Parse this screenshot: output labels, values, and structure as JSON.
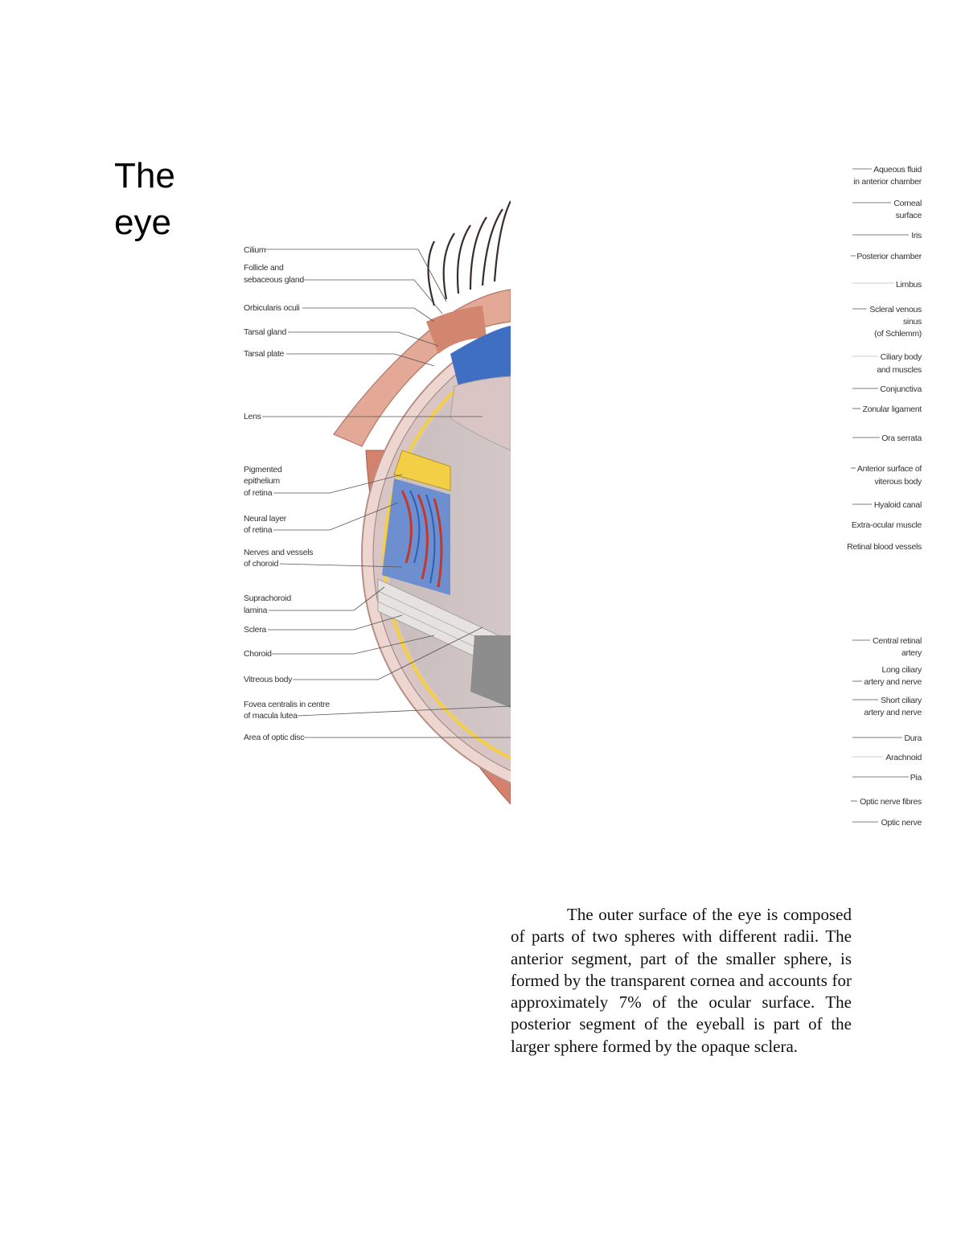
{
  "page": {
    "title_lines": [
      "The",
      "eye"
    ],
    "body": "The outer surface of the eye is composed of parts of two spheres with different radii. The anterior segment, part of the smaller sphere, is formed by the transparent cornea and accounts for approximately 7% of the ocular surface. The posterior segment of the eyeball is part of the larger sphere formed by the opaque sclera."
  },
  "diagram": {
    "left_labels": [
      [
        "Cilium"
      ],
      [
        "Follicle and",
        "sebaceous gland"
      ],
      [
        "Orbicularis oculi"
      ],
      [
        "Tarsal gland"
      ],
      [
        "Tarsal plate"
      ],
      [
        "Lens"
      ],
      [
        "Pigmented",
        "epithelium",
        "of retina"
      ],
      [
        "Neural layer",
        "of retina"
      ],
      [
        "Nerves and vessels",
        "of choroid"
      ],
      [
        "Suprachoroid",
        "lamina"
      ],
      [
        "Sclera"
      ],
      [
        "Choroid"
      ],
      [
        "Vitreous body"
      ],
      [
        "Fovea centralis in centre",
        "of macula lutea"
      ],
      [
        "Area of optic disc"
      ]
    ],
    "right_labels": [
      [
        "Aqueous fluid",
        "in anterior chamber"
      ],
      [
        "Corneal",
        "surface"
      ],
      [
        "Iris"
      ],
      [
        "Posterior chamber"
      ],
      [
        "Limbus"
      ],
      [
        "Scleral venous",
        "sinus",
        "(of Schlemm)"
      ],
      [
        "Ciliary body",
        "and muscles"
      ],
      [
        "Conjunctiva"
      ],
      [
        "Zonular ligament"
      ],
      [
        "Ora serrata"
      ],
      [
        "Anterior surface of",
        "viterous body"
      ],
      [
        "Hyaloid canal"
      ],
      [
        "Extra-ocular muscle"
      ],
      [
        "Retinal blood vessels"
      ],
      [
        "Central retinal",
        "artery"
      ],
      [
        "Long ciliary",
        "artery and nerve"
      ],
      [
        "Short ciliary",
        "artery and nerve"
      ],
      [
        "Dura"
      ],
      [
        "Arachnoid"
      ],
      [
        "Pia"
      ],
      [
        "Optic nerve fibres"
      ],
      [
        "Optic nerve"
      ]
    ]
  },
  "colors": {
    "sclera_pink": "#e8b6a3",
    "muscle_red": "#cf7d6b",
    "vessel_red": "#c0392b",
    "vessel_blue": "#3a6fc4",
    "retina_yellow": "#f2cf45"
  }
}
